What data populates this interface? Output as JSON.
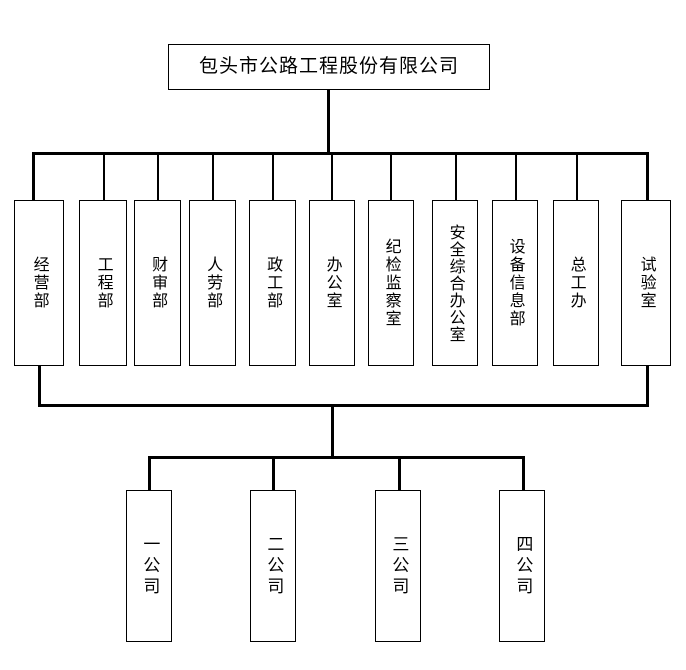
{
  "diagram": {
    "title": "包头市公路工程股份有限公司",
    "type": "organization-chart",
    "root": {
      "label": "包头市公路工程股份有限公司"
    },
    "departments": [
      {
        "label": "经营部"
      },
      {
        "label": "工程部"
      },
      {
        "label": "财审部"
      },
      {
        "label": "人劳部"
      },
      {
        "label": "政工部"
      },
      {
        "label": "办公室"
      },
      {
        "label": "纪检监察室"
      },
      {
        "label": "安全综合办公室"
      },
      {
        "label": "设备信息部"
      },
      {
        "label": "总工办"
      },
      {
        "label": "试验室"
      }
    ],
    "subsidiaries": [
      {
        "label": "一公司"
      },
      {
        "label": "二公司"
      },
      {
        "label": "三公司"
      },
      {
        "label": "四公司"
      }
    ],
    "colors": {
      "line": "#000000",
      "box_border": "#000000",
      "background": "#ffffff",
      "text": "#000000"
    }
  }
}
